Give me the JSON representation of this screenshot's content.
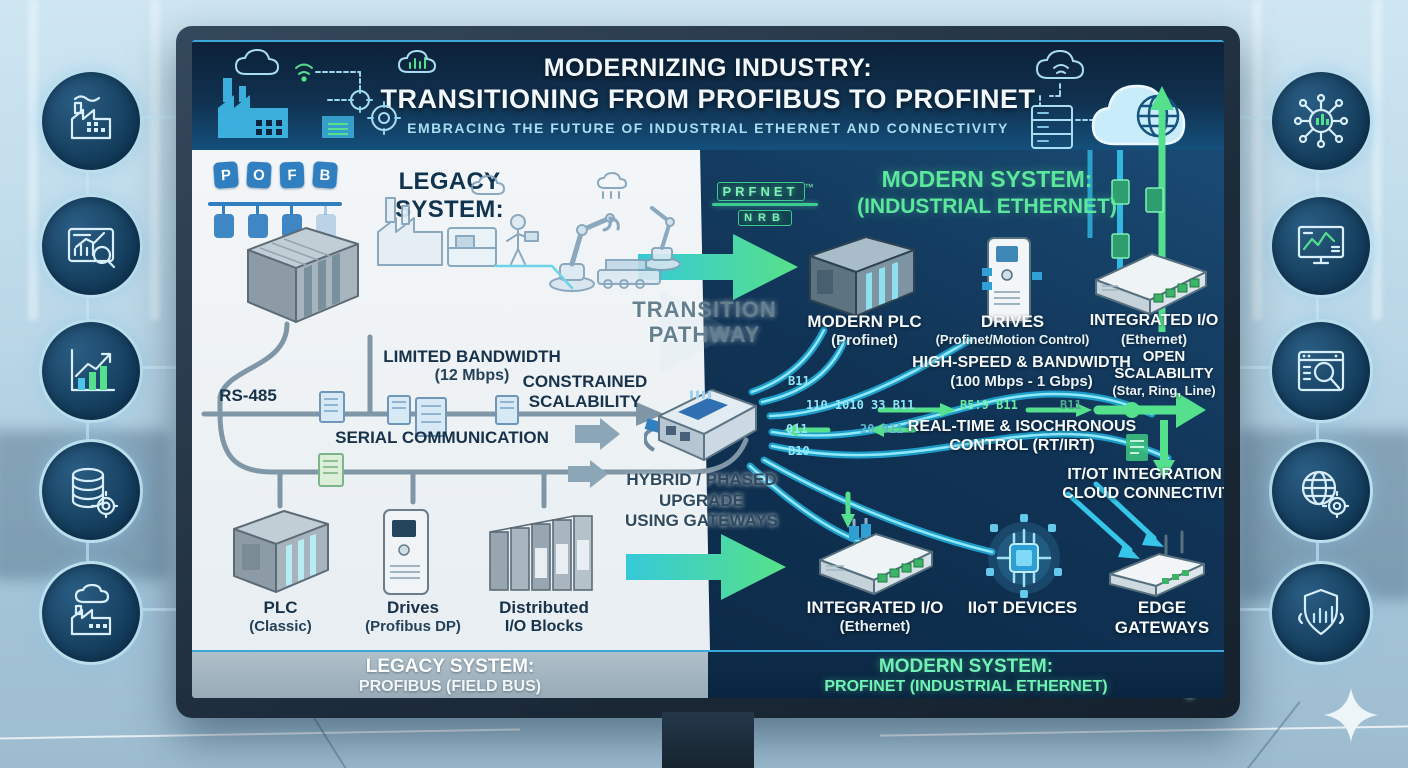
{
  "header": {
    "title_line1": "MODERNIZING INDUSTRY:",
    "title_line2": "TRANSITIONING FROM PROFIBUS TO PROFINET",
    "subtitle": "EMBRACING THE FUTURE OF INDUSTRIAL ETHERNET AND CONNECTIVITY"
  },
  "legacy": {
    "heading": "LEGACY SYSTEM:",
    "logo": {
      "l0": "P",
      "l1": "O",
      "l2": "F",
      "l3": "B"
    },
    "rs485": "RS-485",
    "bandwidth_line1": "LIMITED BANDWIDTH",
    "bandwidth_line2": "(12 Mbps)",
    "serial": "SERIAL COMMUNICATION",
    "scalability_line1": "CONSTRAINED",
    "scalability_line2": "SCALABILITY",
    "devices": [
      {
        "name": "PLC",
        "sub": "(Classic)"
      },
      {
        "name": "Drives",
        "sub": "(Profibus DP)"
      },
      {
        "name": "Distributed",
        "sub": "I/O Blocks"
      }
    ],
    "banner_line1": "LEGACY SYSTEM:",
    "banner_line2": "PROFIBUS (FIELD BUS)"
  },
  "transition": {
    "heading_line1": "TRANSITION",
    "heading_line2": "PATHWAY",
    "note_line1": "HYBRID / PHASED",
    "note_line2": "UPGRADE",
    "note_line3": "USING GATEWAYS"
  },
  "modern": {
    "heading_line1": "MODERN SYSTEM:",
    "heading_line2": "(INDUSTRIAL ETHERNET)",
    "logo_line1": "PRFNET",
    "logo_line2": "NRB",
    "logo_sup": "™",
    "devices_top": [
      {
        "name": "MODERN PLC",
        "sub": "(Profinet)"
      },
      {
        "name": "DRIVES",
        "sub": "(Profinet/Motion Control)"
      },
      {
        "name": "INTEGRATED I/O",
        "sub": "(Ethernet)"
      }
    ],
    "features": [
      {
        "line1": "HIGH-SPEED & BANDWIDTH",
        "line2": "(100 Mbps - 1 Gbps)"
      },
      {
        "line1": "OPEN",
        "line2": "SCALABILITY",
        "line3": "(Star, Ring, Line)"
      },
      {
        "line1": "REAL-TIME & ISOCHRONOUS",
        "line2": "CONTROL (RT/IRT)"
      },
      {
        "line1": "IT/OT INTEGRATION &",
        "line2": "CLOUD CONNECTIVITY"
      }
    ],
    "devices_bottom": [
      {
        "name": "INTEGRATED I/O",
        "sub": "(Ethernet)"
      },
      {
        "name": "IIoT DEVICES",
        "sub": ""
      },
      {
        "name": "EDGE",
        "sub": "GATEWAYS"
      }
    ],
    "binary": {
      "r1": "B11",
      "r2": "110  1010  33  B11",
      "r2g": "B5!9  B11",
      "r2g2": "B11",
      "r3": "011",
      "r3b": "20 911",
      "r4": "B10"
    },
    "banner_line1": "MODERN SYSTEM:",
    "banner_line2": "PROFINET (INDUSTRIAL ETHERNET)"
  },
  "colors": {
    "accent_green": "#54e08d",
    "accent_cyan": "#2fb9e2",
    "legacy_bg": "#eef2f5",
    "modern_bg": "#0f2c47",
    "banner_legacy_bg": "#a7b8c2",
    "banner_modern_bg": "#0c2a45"
  },
  "side_icons": {
    "left": [
      "factory-icon",
      "analytics-search-icon",
      "growth-chart-icon",
      "database-gear-icon",
      "factory-cloud-icon"
    ],
    "right": [
      "network-hub-icon",
      "monitor-chart-icon",
      "browser-search-icon",
      "globe-gear-icon",
      "shield-analytics-icon"
    ]
  }
}
